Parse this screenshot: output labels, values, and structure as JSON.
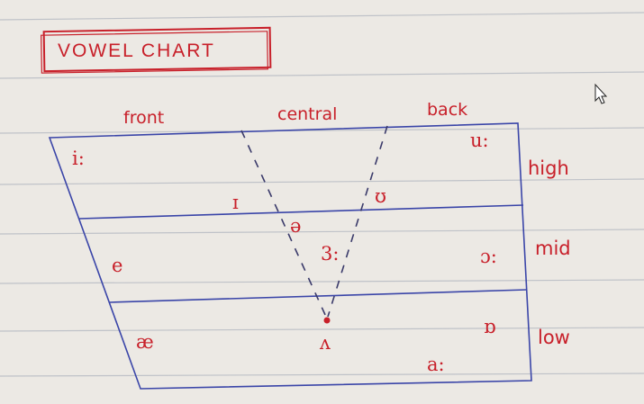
{
  "title": "VOWEL CHART",
  "columns": {
    "front": "front",
    "central": "central",
    "back": "back"
  },
  "rows": {
    "high": "high",
    "mid": "mid",
    "low": "low"
  },
  "vowels": {
    "i_long": "i:",
    "u_long": "u:",
    "small_i": "ɪ",
    "small_u": "ʊ",
    "schwa": "ə",
    "e": "e",
    "er_long": "3:",
    "open_o_long": "ɔ:",
    "ae": "æ",
    "wedge": "ʌ",
    "open_o_short": "ɒ",
    "a_long": "a:"
  },
  "colors": {
    "ink": "#c8202a",
    "chart_lines": "#3a45a8",
    "paper": "#ece9e4",
    "ruling": "#bfc2c8"
  },
  "icons": {
    "cursor": "mouse-pointer-icon"
  }
}
